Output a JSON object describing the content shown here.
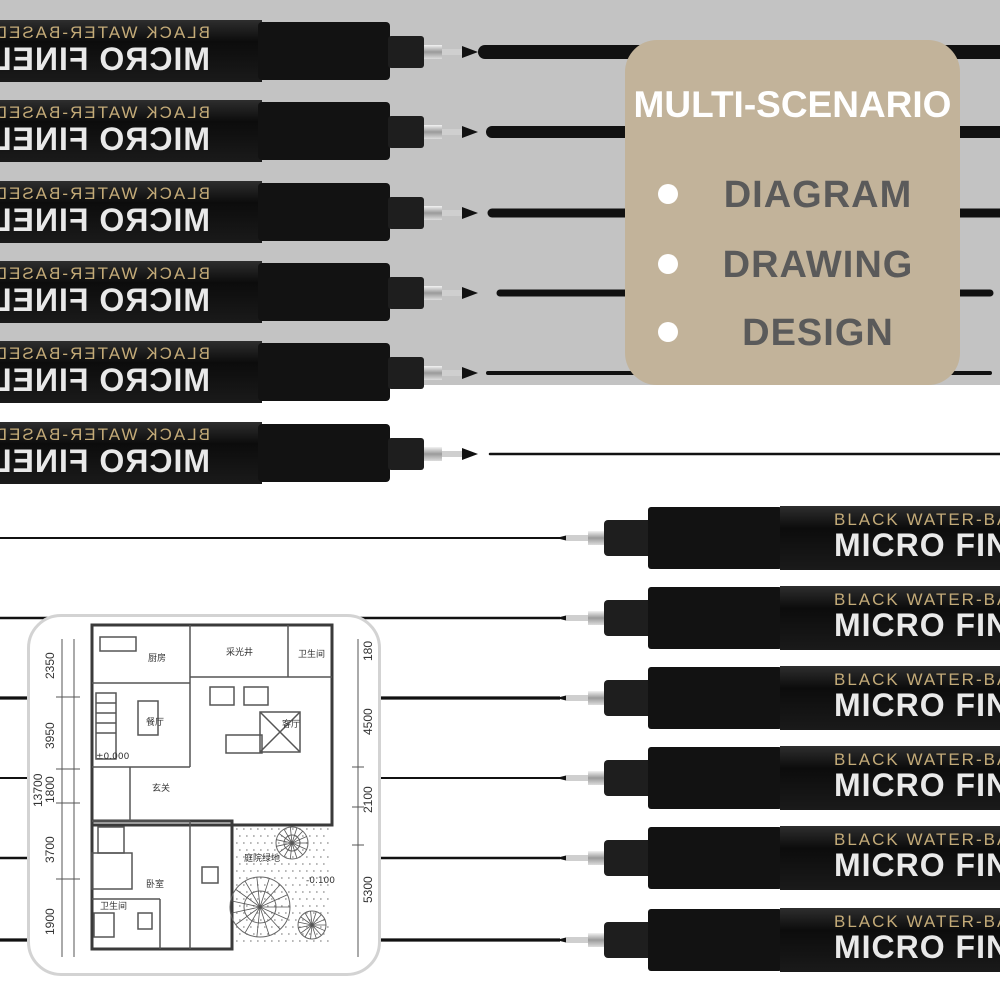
{
  "product": {
    "pen_line1": "BLACK WATER-BASED",
    "pen_line2": "MICRO FINELINER",
    "pen_line1_short": "BLACK WATER-BA",
    "pen_line2_short": "MICRO FIN"
  },
  "feature_card": {
    "title": "MULTI-SCENARIO",
    "items": [
      {
        "label": "DIAGRAM"
      },
      {
        "label": "DRAWING"
      },
      {
        "label": "DESIGN"
      }
    ],
    "bullet_icon": "circle-bullet-icon"
  },
  "floor_plan": {
    "dims_left": [
      "2350",
      "3950",
      "1800",
      "3700",
      "1900"
    ],
    "dim_vertical": "13700",
    "dims_right": [
      "4500",
      "2100",
      "5300"
    ],
    "dim_top_right": "180",
    "rooms": {
      "kitchen": "厨房",
      "lightwell": "采光井",
      "bathroom_top": "卫生间",
      "dining": "餐厅",
      "living": "客厅",
      "entrance": "玄关",
      "bedroom": "卧室",
      "bathroom_bottom": "卫生间",
      "garden": "庭院绿地"
    },
    "level": "±0.000",
    "level_garden": "-0.100"
  },
  "colors": {
    "top_background": "#c3c3c3",
    "card": "#c2b39a",
    "card_title": "#ffffff",
    "card_text": "#5a5a5a",
    "gold_text": "#c4ab78",
    "pen_body": "#141414"
  }
}
